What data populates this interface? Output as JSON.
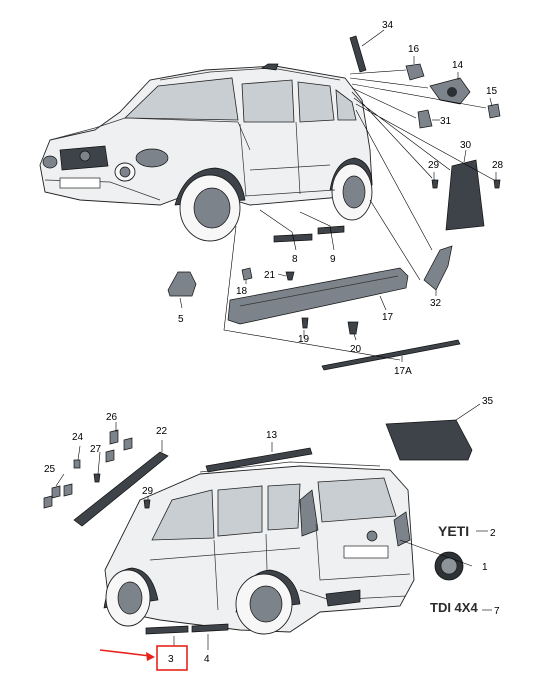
{
  "diagram": {
    "labels": {
      "p1": "1",
      "p2": "2",
      "p3": "3",
      "p4": "4",
      "p5": "5",
      "p7": "7",
      "p8": "8",
      "p9": "9",
      "p13": "13",
      "p14": "14",
      "p15": "15",
      "p16": "16",
      "p17": "17",
      "p17a": "17A",
      "p18": "18",
      "p19": "19",
      "p20": "20",
      "p21": "21",
      "p22": "22",
      "p24": "24",
      "p25": "25",
      "p26": "26",
      "p27": "27",
      "p28": "28",
      "p29a": "29",
      "p29b": "29",
      "p30": "30",
      "p31": "31",
      "p32": "32",
      "p34": "34",
      "p35": "35"
    },
    "badges": {
      "yeti": "YETI",
      "tdi": "TDI 4X4"
    },
    "highlight": {
      "color": "#e8221b",
      "part": "3"
    }
  }
}
